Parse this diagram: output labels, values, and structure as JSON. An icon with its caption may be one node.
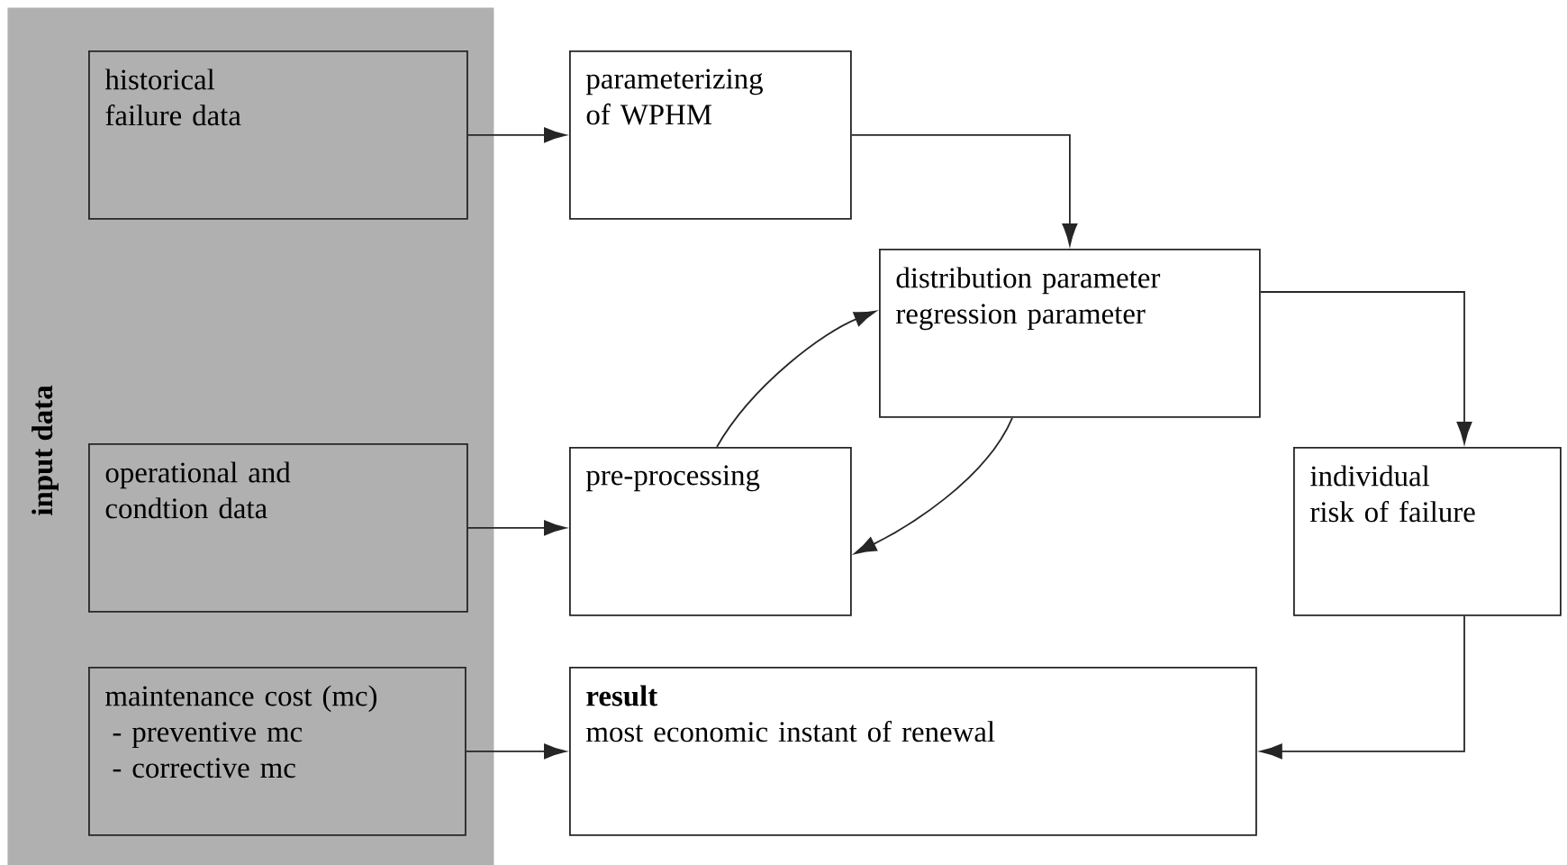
{
  "diagram": {
    "nodes": [
      {
        "text": [
          "input data"
        ]
      },
      {
        "text": [
          "historical failure data"
        ],
        "in": 0
      },
      {
        "text": [
          "operational and condtion data"
        ],
        "in": 0
      },
      {
        "text": [
          "maintenance cost (mc)",
          "- preventive mc",
          "- corrective mc"
        ],
        "in": 0
      },
      {
        "text": [
          "parameterizing of WPHM"
        ]
      },
      {
        "text": [
          "pre-processing"
        ]
      },
      {
        "text": [
          "distribution parameter",
          "regression parameter"
        ]
      },
      {
        "text": [
          "individual risk of failure"
        ]
      },
      {
        "text": [
          "result",
          "most economic instant of renewal"
        ]
      }
    ],
    "edges": [
      {
        "from": 1,
        "to": 4,
        "arrow": "to"
      },
      {
        "from": 4,
        "to": 6,
        "arrow": "to"
      },
      {
        "from": 5,
        "to": 6,
        "arrow": "to"
      },
      {
        "from": 6,
        "to": 5,
        "arrow": "to"
      },
      {
        "from": 2,
        "to": 5,
        "arrow": "to"
      },
      {
        "from": 6,
        "to": 7,
        "arrow": "to"
      },
      {
        "from": 7,
        "to": 8,
        "arrow": "to"
      },
      {
        "from": 3,
        "to": 8,
        "arrow": "to"
      }
    ]
  }
}
